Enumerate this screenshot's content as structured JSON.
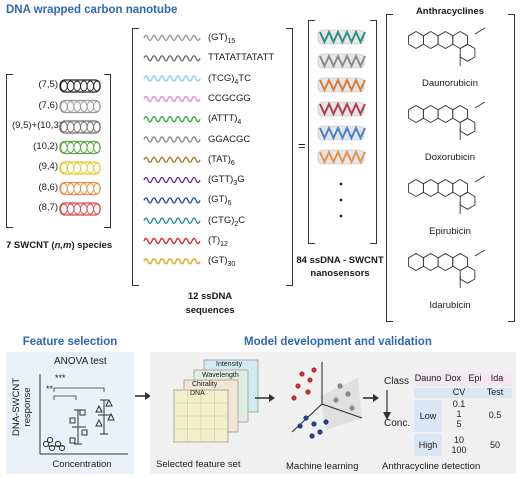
{
  "top": {
    "title": "DNA wrapped carbon nanotube",
    "chiralities": [
      "(7,5)",
      "(7,6)",
      "(9,5)+(10,3)",
      "(10,2)",
      "(9,4)",
      "(8,6)",
      "(8,7)"
    ],
    "tube_colors": [
      "#222222",
      "#9a9a9a",
      "#6d6d6d",
      "#5aa544",
      "#e6c930",
      "#e8914a",
      "#d24a4a"
    ],
    "swcnt_caption_pre": "7 SWCNT (",
    "swcnt_caption_italic": "n,m",
    "swcnt_caption_post": ") species",
    "sequences": [
      {
        "base": "(GT)",
        "sub": "15",
        "tail": "",
        "color": "#9a9a9a"
      },
      {
        "base": "TTATATTATATT",
        "sub": "",
        "tail": "",
        "color": "#6e6e6e"
      },
      {
        "base": "(TCG)",
        "sub": "4",
        "tail": "TC",
        "color": "#7fd3e8"
      },
      {
        "base": "CCGCGG",
        "sub": "",
        "tail": "",
        "color": "#e58ad6"
      },
      {
        "base": "(ATTT)",
        "sub": "4",
        "tail": "",
        "color": "#3aa548"
      },
      {
        "base": "GGACGC",
        "sub": "",
        "tail": "",
        "color": "#8a8a8a"
      },
      {
        "base": "(TAT)",
        "sub": "6",
        "tail": "",
        "color": "#a8792d"
      },
      {
        "base": "(GTT)",
        "sub": "3",
        "tail": "G",
        "color": "#7a2c8c"
      },
      {
        "base": "(GT)",
        "sub": "6",
        "tail": "",
        "color": "#2a4fa8"
      },
      {
        "base": "(CTG)",
        "sub": "2",
        "tail": "C",
        "color": "#2a8aa8"
      },
      {
        "base": "(T)",
        "sub": "12",
        "tail": "",
        "color": "#d83030"
      },
      {
        "base": "(GT)",
        "sub": "30",
        "tail": "",
        "color": "#e0a020"
      }
    ],
    "ssdna_caption": "12 ssDNA\nsequences",
    "equals": "=",
    "sensor_tube_colors": [
      "#2e8f86",
      "#8a8a8a",
      "#d97a3a",
      "#b53a4a",
      "#4a80c8",
      "#e8914a"
    ],
    "sensor_caption": "84 ssDNA - SWCNT\nnanosensors",
    "anthracyclines_title": "Anthracyclines",
    "drugs": [
      "Daunorubicin",
      "Doxorubicin",
      "Epirubicin",
      "Idarubicin"
    ]
  },
  "feature_selection": {
    "title": "Feature selection",
    "test": "ANOVA test",
    "sig1": "***",
    "sig2": "**",
    "ylabel": "DNA-SWCNT\nresponse",
    "xlabel": "Concentration"
  },
  "model": {
    "title": "Model development and validation",
    "stack_labels": [
      "Intensity",
      "Wavelength",
      "Chirality",
      "DNA"
    ],
    "stack_caption": "Selected feature set",
    "ml_caption": "Machine learning",
    "class_label": "Class",
    "conc_label": "Conc.",
    "drug_cols": [
      "Dauno",
      "Dox",
      "Epi",
      "Ida"
    ],
    "cv_label": "CV",
    "test_label": "Test",
    "low_label": "Low",
    "high_label": "High",
    "cv_low_values": [
      "0.1",
      "1",
      "5"
    ],
    "cv_high_values": [
      "10",
      "100"
    ],
    "test_low_value": "0.5",
    "test_high_value": "50",
    "detection_caption": "Anthracycline detection"
  }
}
